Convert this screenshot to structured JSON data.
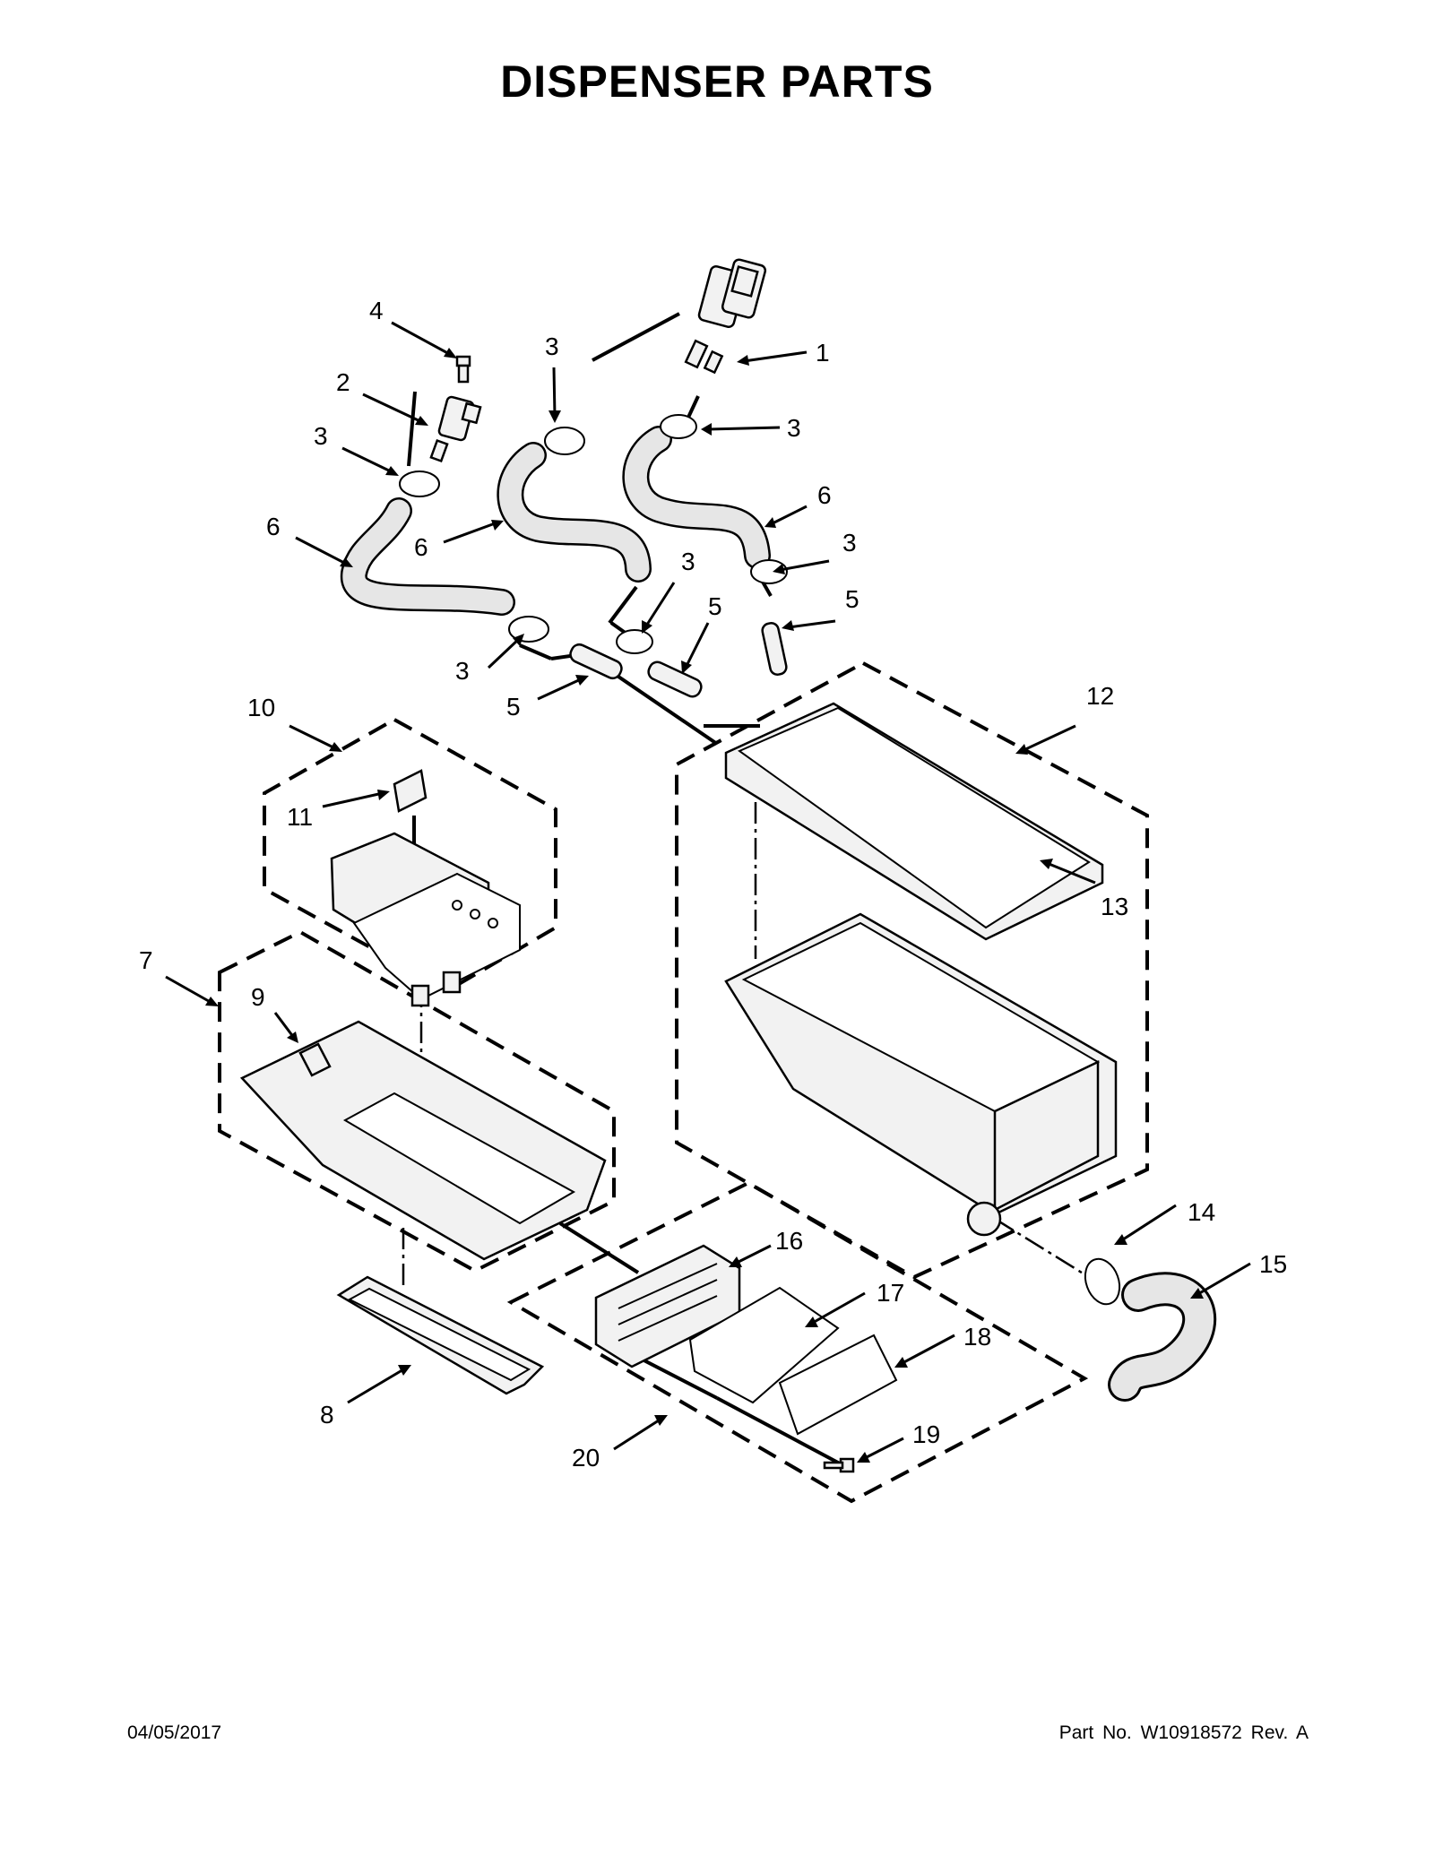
{
  "title": "DISPENSER PARTS",
  "footer": {
    "date": "04/05/2017",
    "part_no": "Part No.  W10918572  Rev.  A"
  },
  "callouts": [
    {
      "id": "c4",
      "label": "4"
    },
    {
      "id": "c2",
      "label": "2"
    },
    {
      "id": "c3a",
      "label": "3"
    },
    {
      "id": "c3b",
      "label": "3"
    },
    {
      "id": "c1",
      "label": "1"
    },
    {
      "id": "c3c",
      "label": "3"
    },
    {
      "id": "c6a",
      "label": "6"
    },
    {
      "id": "c6b",
      "label": "6"
    },
    {
      "id": "c6c",
      "label": "6"
    },
    {
      "id": "c3d",
      "label": "3"
    },
    {
      "id": "c3e",
      "label": "3"
    },
    {
      "id": "c5a",
      "label": "5"
    },
    {
      "id": "c5b",
      "label": "5"
    },
    {
      "id": "c3f",
      "label": "3"
    },
    {
      "id": "c5c",
      "label": "5"
    },
    {
      "id": "c10",
      "label": "10"
    },
    {
      "id": "c12",
      "label": "12"
    },
    {
      "id": "c11",
      "label": "11"
    },
    {
      "id": "c13",
      "label": "13"
    },
    {
      "id": "c7",
      "label": "7"
    },
    {
      "id": "c9",
      "label": "9"
    },
    {
      "id": "c14",
      "label": "14"
    },
    {
      "id": "c15",
      "label": "15"
    },
    {
      "id": "c16",
      "label": "16"
    },
    {
      "id": "c17",
      "label": "17"
    },
    {
      "id": "c18",
      "label": "18"
    },
    {
      "id": "c8",
      "label": "8"
    },
    {
      "id": "c19",
      "label": "19"
    },
    {
      "id": "c20",
      "label": "20"
    }
  ]
}
